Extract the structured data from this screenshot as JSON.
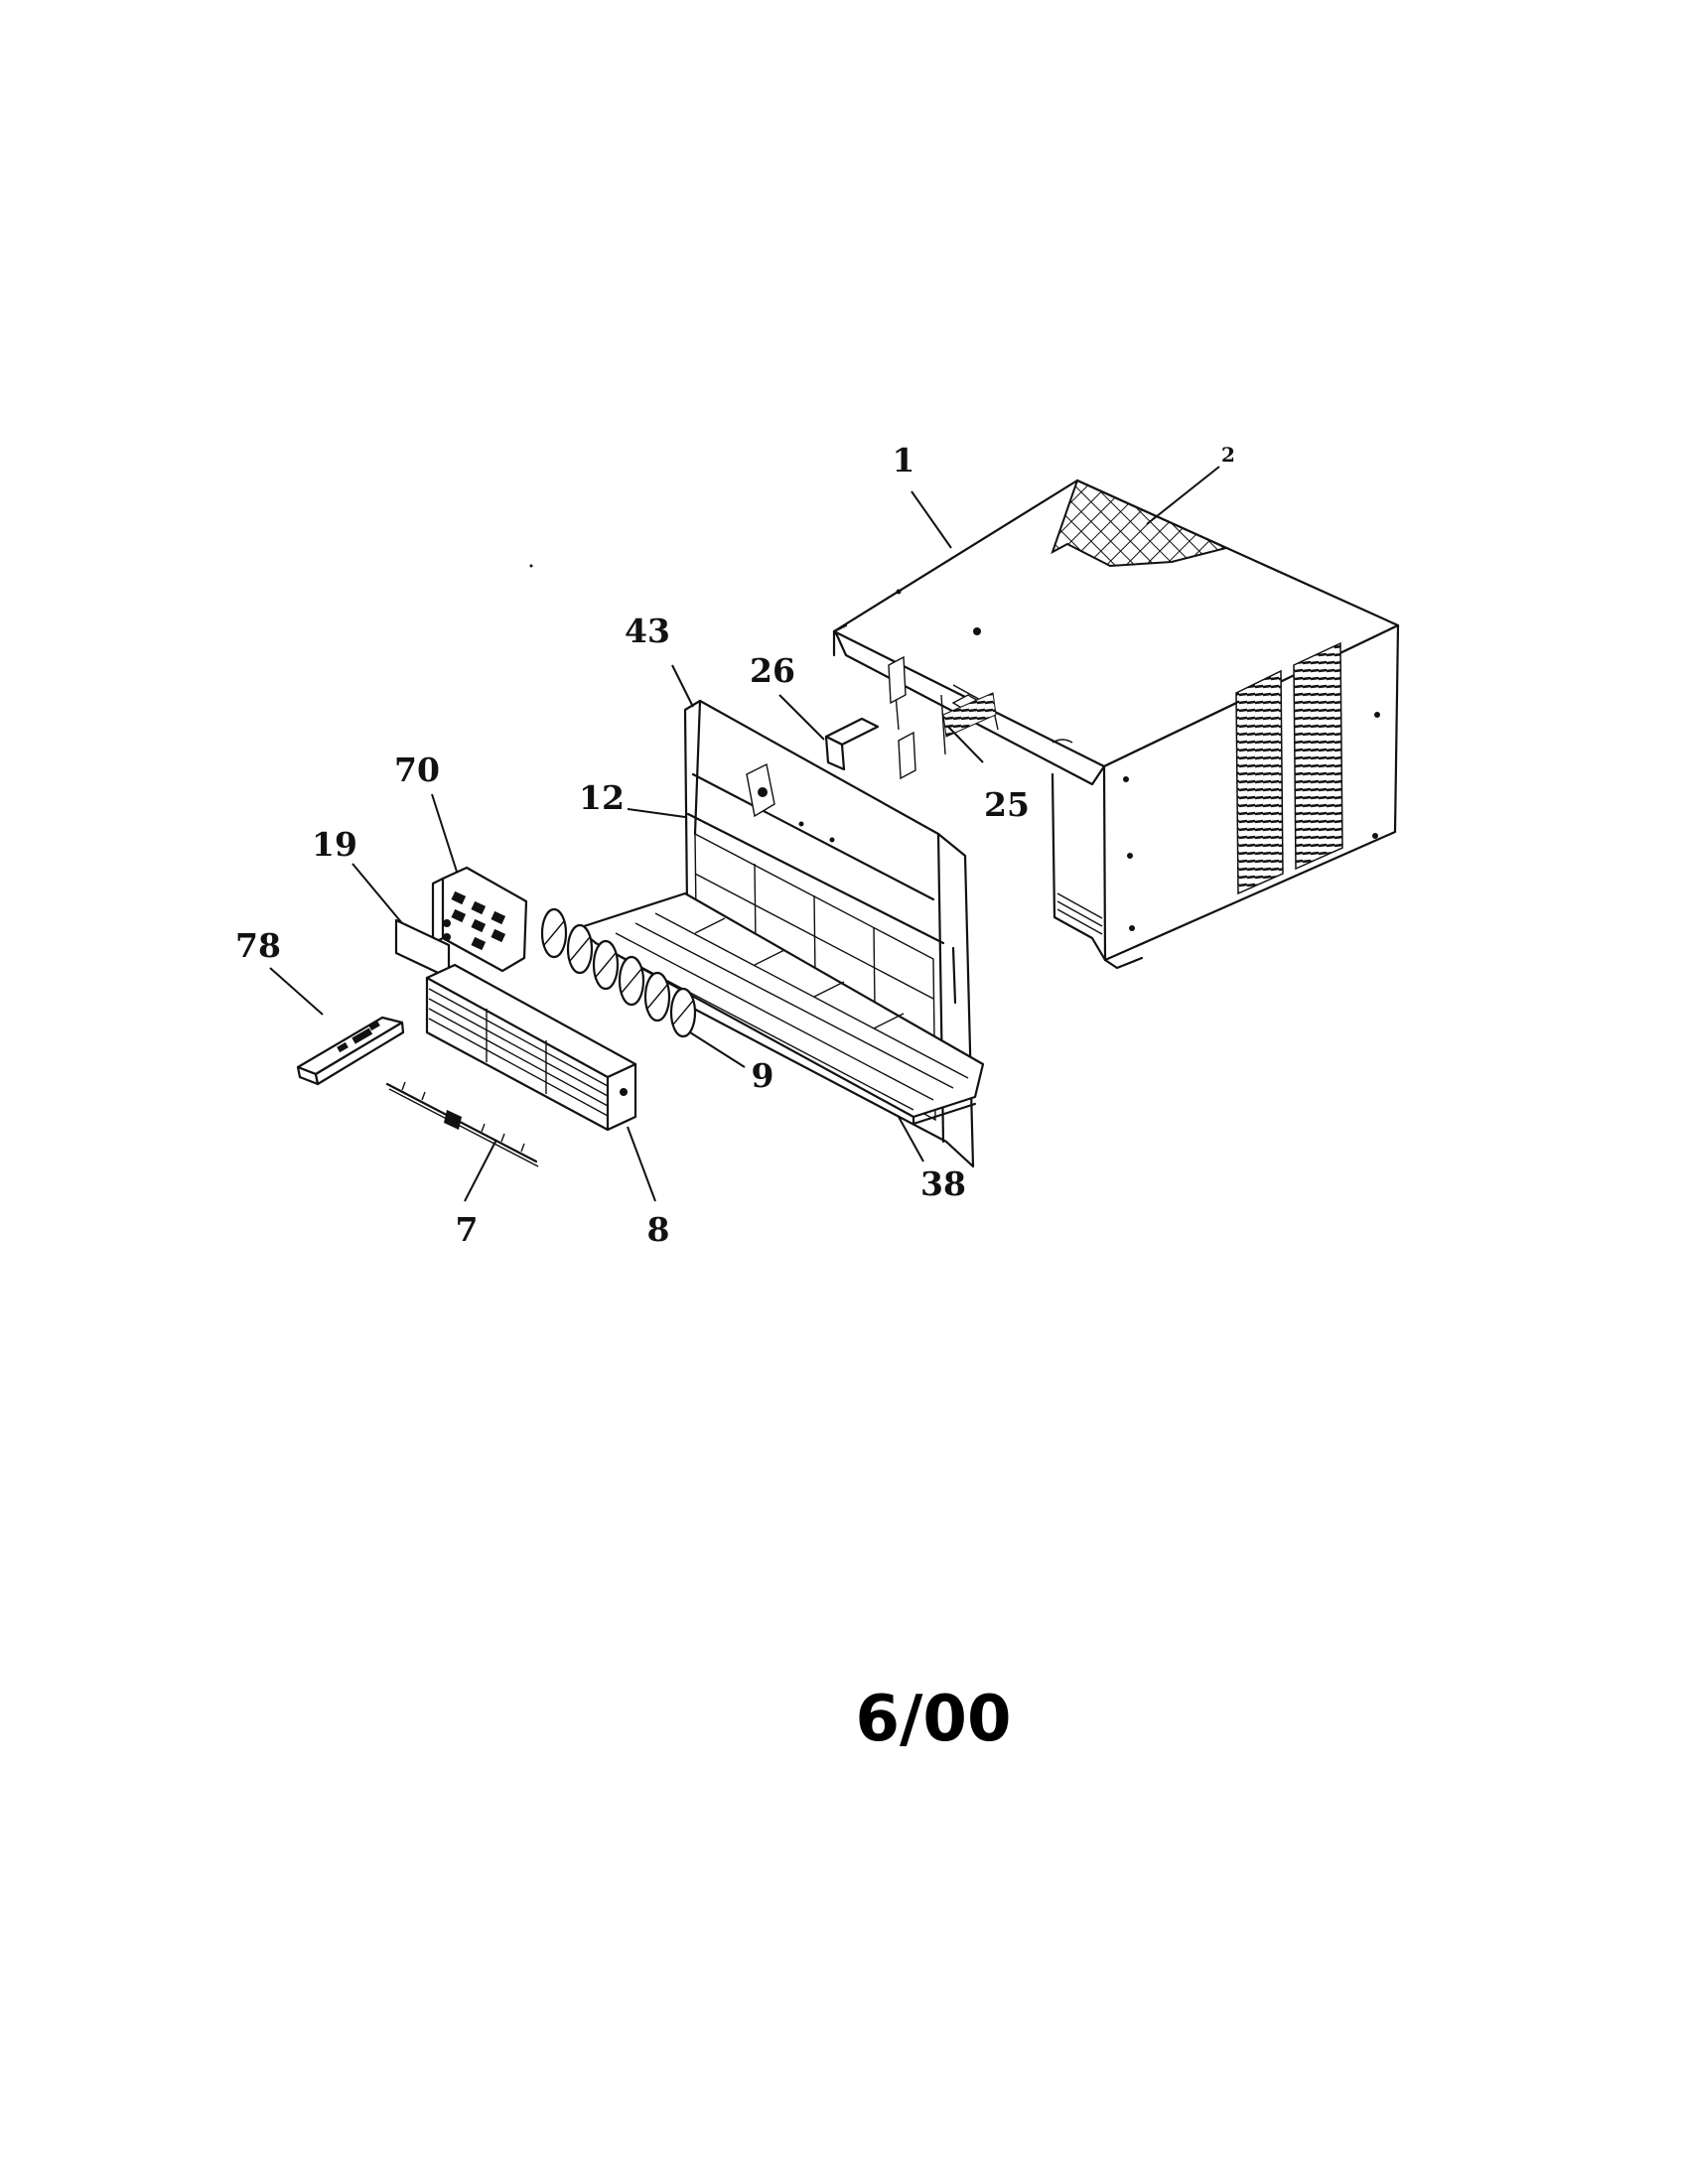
{
  "diagram": {
    "footer_code": "6/00",
    "callouts": [
      {
        "id": "1",
        "label": "1"
      },
      {
        "id": "2",
        "label": "2"
      },
      {
        "id": "43",
        "label": "43"
      },
      {
        "id": "26",
        "label": "26"
      },
      {
        "id": "25",
        "label": "25"
      },
      {
        "id": "12",
        "label": "12"
      },
      {
        "id": "70",
        "label": "70"
      },
      {
        "id": "19",
        "label": "19"
      },
      {
        "id": "78",
        "label": "78"
      },
      {
        "id": "9",
        "label": "9"
      },
      {
        "id": "38",
        "label": "38"
      },
      {
        "id": "7",
        "label": "7"
      },
      {
        "id": "8",
        "label": "8"
      }
    ]
  }
}
